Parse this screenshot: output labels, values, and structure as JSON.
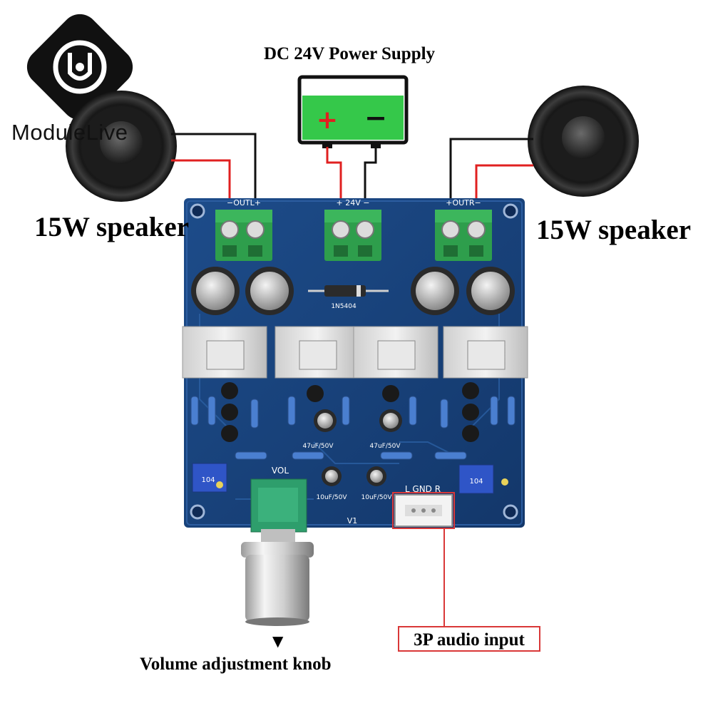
{
  "brand": {
    "name": "ModuleLive"
  },
  "power": {
    "title": "DC 24V Power Supply",
    "plus": "+",
    "minus": "−"
  },
  "speakers": {
    "left_label": "15W speaker",
    "right_label": "15W speaker"
  },
  "board": {
    "silk_out_left": "−OUTL+",
    "silk_24v": "+ 24V −",
    "silk_out_right": "+OUTR−",
    "diode": "1N5404",
    "cap_47_left": "47uF/50V",
    "cap_47_right": "47uF/50V",
    "cap_10_left": "10uF/50V",
    "cap_10_right": "10uF/50V",
    "vol": "VOL",
    "input_pins": "L GND R",
    "v1": "V1",
    "trim_left": "104",
    "trim_right": "104"
  },
  "labels": {
    "audio_input": "3P audio input",
    "volume_knob": "Volume adjustment knob",
    "arrow": "▼"
  },
  "colors": {
    "pcb": "#173f7a",
    "terminal": "#2e9e4c",
    "battery": "#35c84a",
    "wire_red": "#e02020",
    "wire_black": "#111111"
  }
}
